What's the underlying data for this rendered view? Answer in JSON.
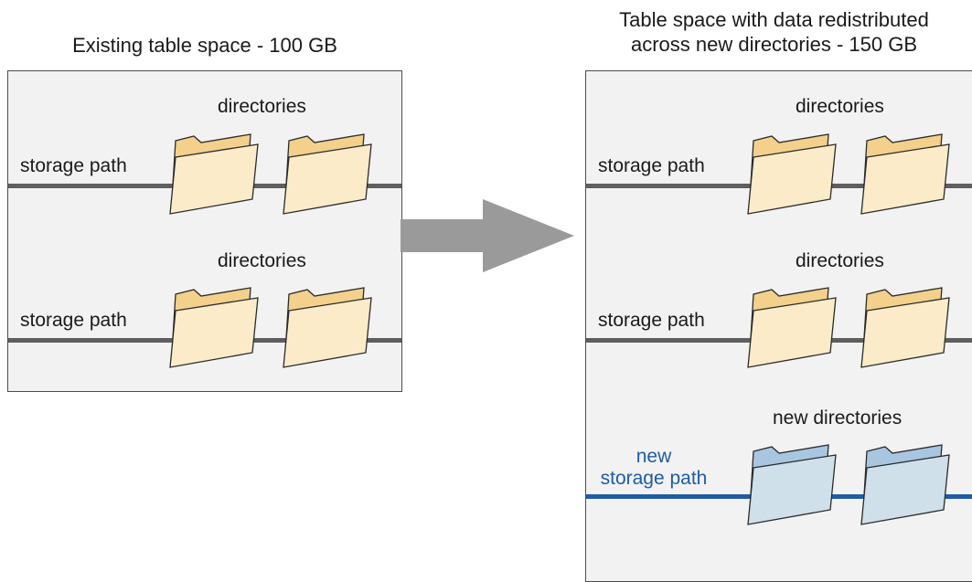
{
  "left": {
    "title": "Existing table space - 100 GB",
    "groups": [
      {
        "header": "directories",
        "path_label": "storage path"
      },
      {
        "header": "directories",
        "path_label": "storage path"
      }
    ]
  },
  "right": {
    "title_line1": "Table space with data redistributed",
    "title_line2": "across new directories - 150 GB",
    "groups": [
      {
        "header": "directories",
        "path_label": "storage path"
      },
      {
        "header": "directories",
        "path_label": "storage path"
      },
      {
        "header": "new directories",
        "path_label_line1": "new",
        "path_label_line2": "storage path"
      }
    ]
  },
  "colors": {
    "folder_tab": "#f3d08b",
    "folder_front": "#fbebc8",
    "new_folder_tab": "#a9c6e0",
    "new_folder_front": "#cfe0ea",
    "storage_line": "#5e5e5e",
    "new_storage_line": "#1f5ca5",
    "arrow": "#9a9a9a"
  },
  "icons": [
    "folder-icon",
    "new-folder-icon",
    "arrow-right-icon"
  ]
}
